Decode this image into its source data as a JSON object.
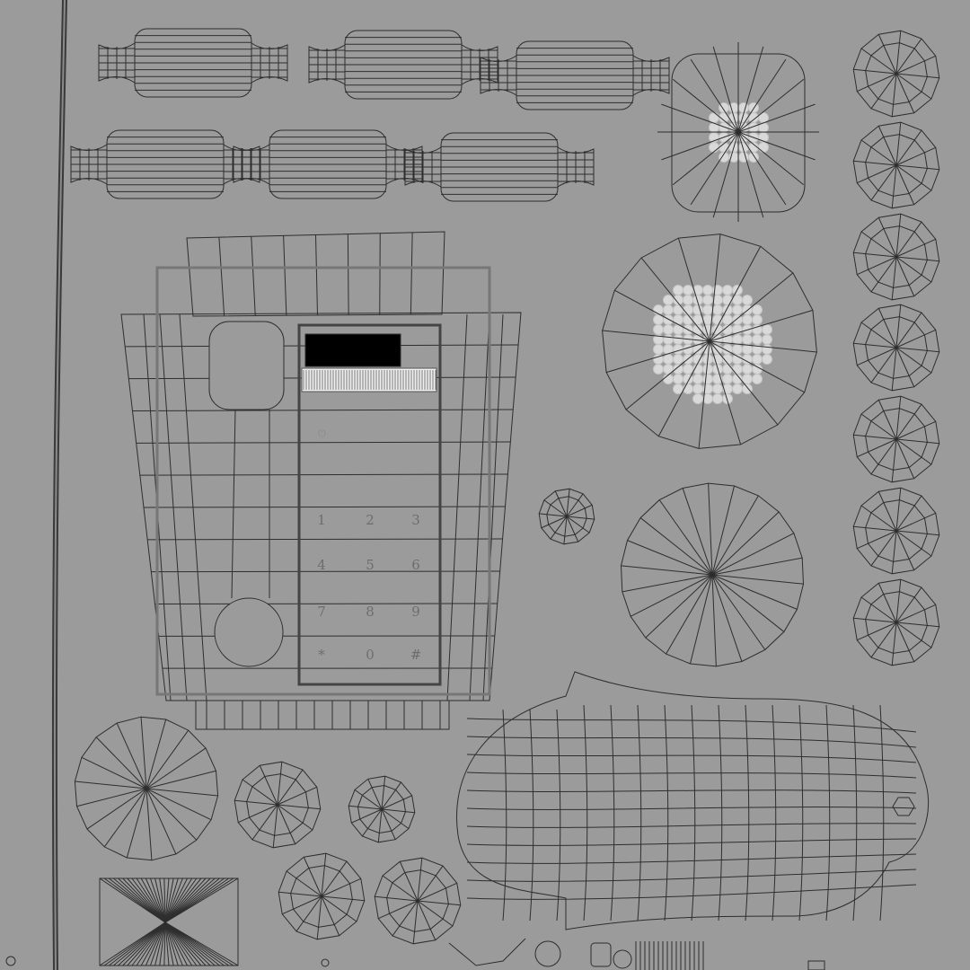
{
  "texture": {
    "background_color": "#9b9b9b",
    "wire_color": "#2e2e2e",
    "highlight_color": "#d9d9d9",
    "screen_color": "#000000"
  },
  "keypad": {
    "power_icon": "power-icon",
    "keys": [
      "1",
      "2",
      "3",
      "4",
      "5",
      "6",
      "7",
      "8",
      "9",
      "*",
      "0",
      "#"
    ]
  }
}
